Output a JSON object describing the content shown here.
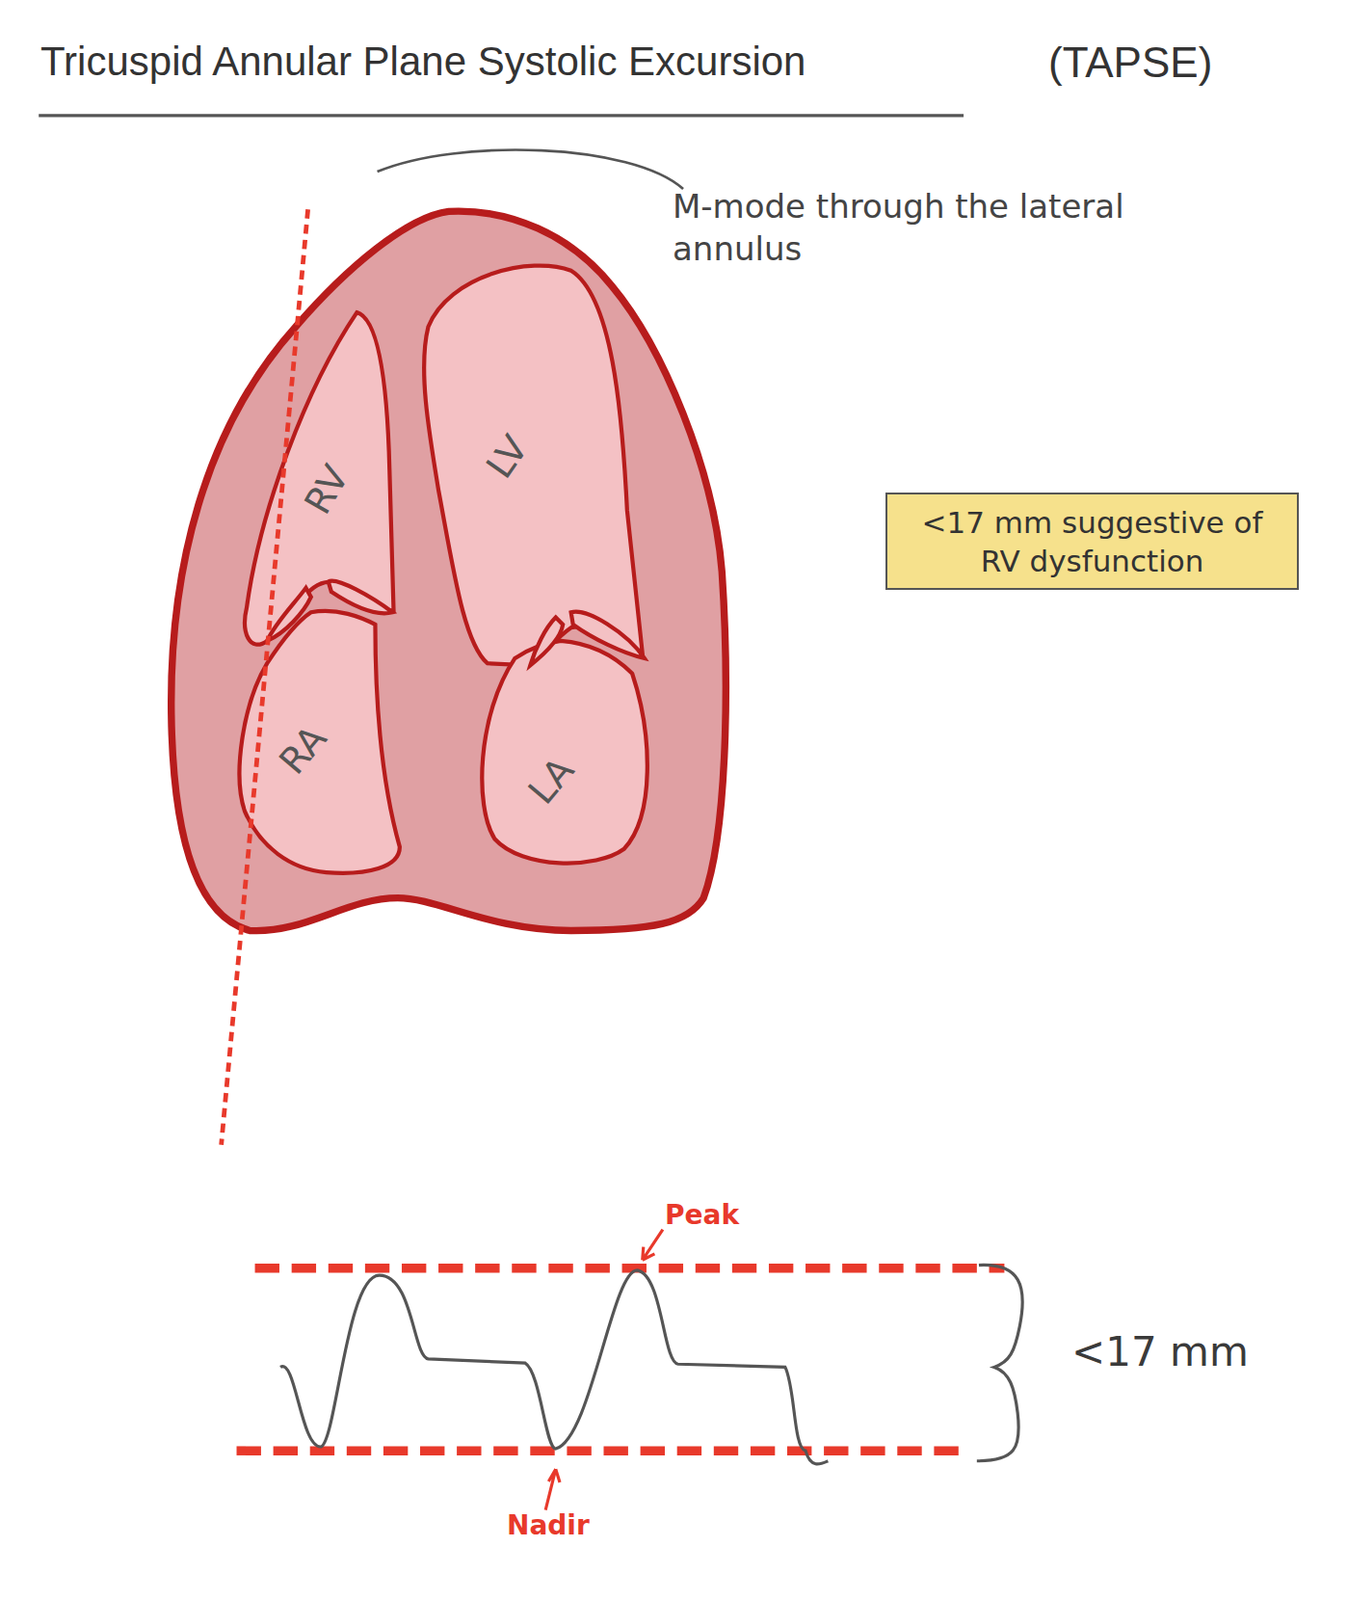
{
  "diagram": {
    "title": "Tricuspid Annular Plane Systolic Excursion",
    "nodes": [
      {
        "text": [
          "RV"
        ]
      },
      {
        "text": [
          "LV"
        ]
      },
      {
        "text": [
          "RA"
        ]
      },
      {
        "text": [
          "LA"
        ]
      },
      {
        "text": [
          "<17 mm suggestive of RV dysfunction"
        ]
      }
    ],
    "labels": [
      "(TAPSE)",
      "M-mode through the lateral annulus",
      "Peak",
      "Nadir",
      "<17 mm"
    ]
  }
}
